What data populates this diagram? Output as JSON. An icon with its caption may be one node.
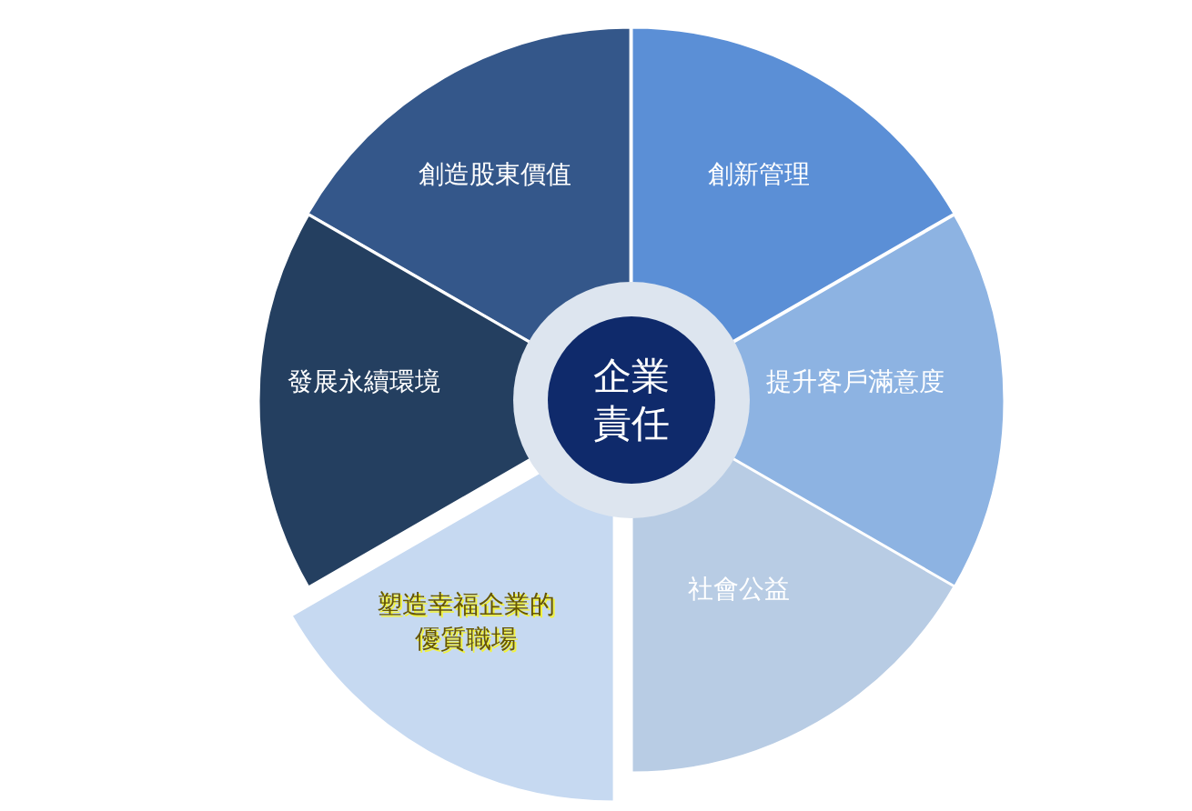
{
  "diagram": {
    "nodes": [
      {
        "text": [
          "企業責任"
        ]
      },
      {
        "text": [
          "創造股東價值"
        ]
      },
      {
        "text": [
          "創新管理"
        ]
      },
      {
        "text": [
          "提升客戶滿意度"
        ]
      },
      {
        "text": [
          "社會公益"
        ]
      },
      {
        "text": [
          "塑造幸福企業的優質職場"
        ]
      },
      {
        "text": [
          "發展永續環境"
        ]
      }
    ]
  }
}
